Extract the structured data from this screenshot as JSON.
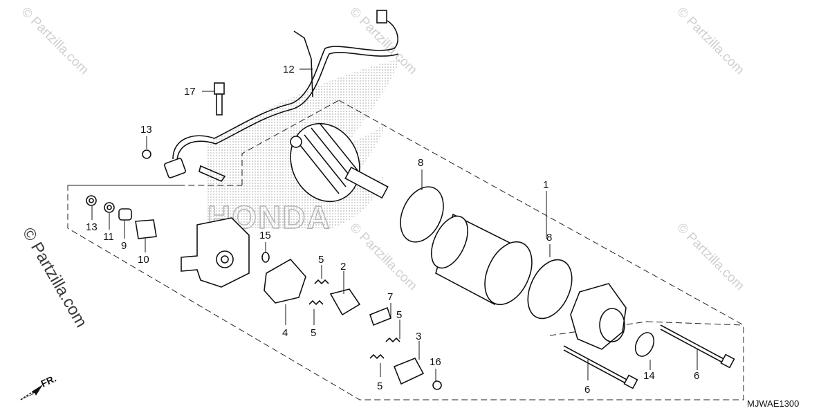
{
  "diagram": {
    "code": "MJWAE1300",
    "direction_label": "FR.",
    "watermark": "© Partzilla.com",
    "brand_logo_text": "HONDA",
    "callouts": {
      "c1": "1",
      "c2": "2",
      "c3": "3",
      "c4": "4",
      "c5a": "5",
      "c5b": "5",
      "c5c": "5",
      "c5d": "5",
      "c6a": "6",
      "c6b": "6",
      "c7": "7",
      "c8a": "8",
      "c8b": "8",
      "c9": "9",
      "c10": "10",
      "c11": "11",
      "c12": "12",
      "c13a": "13",
      "c13b": "13",
      "c14": "14",
      "c15": "15",
      "c16": "16",
      "c17": "17"
    }
  },
  "colors": {
    "ink": "#111111",
    "watermark": "#cfcfcf",
    "stipple": "#9a9a9a"
  }
}
